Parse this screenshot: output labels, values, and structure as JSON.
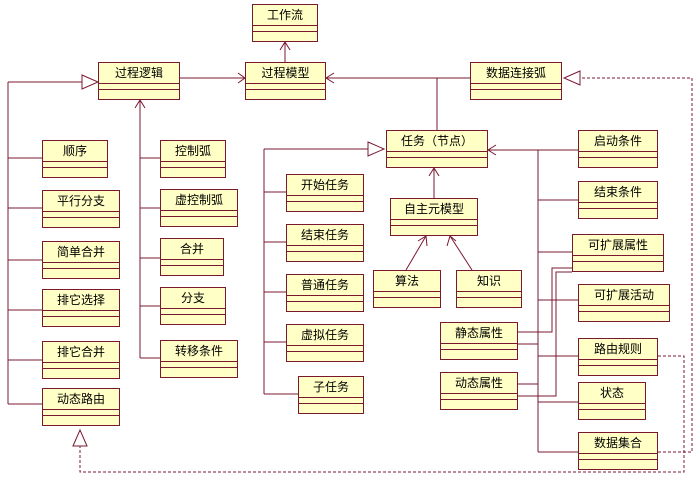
{
  "colors": {
    "box_fill": "#ffffc6",
    "line": "#7a1830"
  },
  "nodes": {
    "workflow": "工作流",
    "process_model": "过程模型",
    "process_logic": "过程逻辑",
    "data_link_arc": "数据连接弧",
    "task_node": "任务（节点）",
    "sequence": "顺序",
    "parallel_split": "平行分支",
    "simple_merge": "简单合并",
    "exclusive_choice": "排它选择",
    "exclusive_merge": "排它合并",
    "dynamic_routing": "动态路由",
    "control_arc": "控制弧",
    "virtual_control_arc": "虚控制弧",
    "merge": "合并",
    "branch": "分支",
    "transition_condition": "转移条件",
    "start_task": "开始任务",
    "end_task": "结束任务",
    "normal_task": "普通任务",
    "virtual_task": "虚拟任务",
    "sub_task": "子任务",
    "autonomous_model": "自主元模型",
    "algorithm": "算法",
    "knowledge": "知识",
    "static_attr": "静态属性",
    "dynamic_attr": "动态属性",
    "start_condition": "启动条件",
    "end_condition": "结束条件",
    "extensible_attr": "可扩展属性",
    "extensible_activity": "可扩展活动",
    "routing_rule": "路由规则",
    "state": "状态",
    "data_set": "数据集合"
  }
}
